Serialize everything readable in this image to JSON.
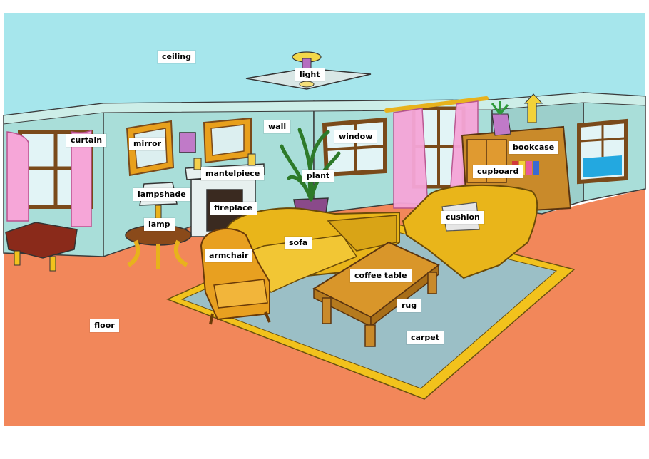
{
  "labels": {
    "ceiling": "ceiling",
    "light": "light",
    "wall": "wall",
    "curtain": "curtain",
    "mirror": "mirror",
    "mantelpiece": "mantelpiece",
    "window": "window",
    "plant": "plant",
    "bookcase": "bookcase",
    "cupboard": "cupboard",
    "lampshade": "lampshade",
    "fireplace": "fireplace",
    "lamp": "lamp",
    "cushion": "cushion",
    "sofa": "sofa",
    "armchair": "armchair",
    "coffee_table": "coffee table",
    "rug": "rug",
    "floor": "floor",
    "carpet": "carpet"
  },
  "colors": {
    "ceiling": "#a6e6ec",
    "wall": "#a9ded9",
    "wall_top": "#cdeee8",
    "floor": "#f2875a",
    "carpet": "#9bbfc6",
    "carpet_border": "#f2c21c",
    "sofa": "#e9b51a",
    "sofa_dark": "#b98710",
    "wood": "#c98a2a",
    "curtain": "#f6a6d8",
    "window_frame": "#7a4a1a",
    "window_glass": "#e2f4f6"
  }
}
